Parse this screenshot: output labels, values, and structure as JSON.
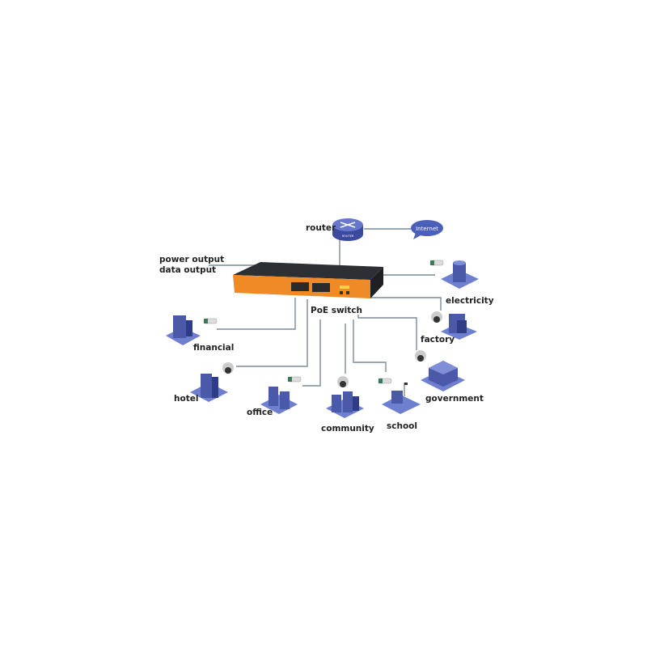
{
  "labels": {
    "router": "router",
    "router_badge": "ROUTER",
    "internet": "Internet",
    "power_output": "power output",
    "data_output": "data  output",
    "poe_switch": "PoE switch",
    "electricity": "electricity",
    "factory": "factory",
    "government": "government",
    "financial": "financial",
    "hotel": "hotel",
    "office": "office",
    "community": "community",
    "school": "school"
  },
  "colors": {
    "switch_front": "#f08a24",
    "switch_top": "#2c2f33",
    "building": "#4a5aa8",
    "line": "#7a8a99"
  }
}
